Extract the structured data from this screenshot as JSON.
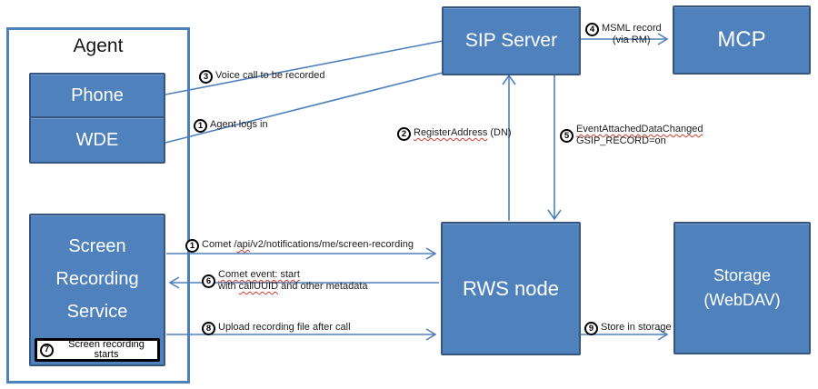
{
  "colors": {
    "box_fill": "#4f81bd",
    "box_border": "#35567e",
    "agent_border": "#4f81bd",
    "line": "#4f81bd",
    "squiggle": "#d23a2e"
  },
  "nodes": {
    "agent": {
      "label": "Agent"
    },
    "phone": {
      "label": "Phone"
    },
    "wde": {
      "label": "WDE"
    },
    "screen_recording_service": {
      "lines": [
        "Screen",
        "Recording",
        "Service"
      ]
    },
    "sip_server": {
      "label": "SIP Server"
    },
    "mcp": {
      "label": "MCP"
    },
    "rws_node": {
      "label": "RWS node"
    },
    "storage": {
      "lines": [
        "Storage",
        "(WebDAV)"
      ]
    }
  },
  "steps": {
    "agent_logs_in": {
      "number": "1",
      "text": "Agent logs in"
    },
    "register_address": {
      "number": "2",
      "flag": "RegisterAddress",
      "post": " (DN)"
    },
    "voice_call": {
      "number": "3",
      "text": "Voice call to be recorded"
    },
    "msml_record": {
      "number": "4",
      "line1": "MSML record",
      "line2": "(via RM)"
    },
    "event_attached": {
      "number": "5",
      "line1": "EventAttachedDataChanged",
      "line2": "GSIP_RECORD=on"
    },
    "comet_subscribe": {
      "number": "1",
      "pre": "Comet /",
      "flag": "api",
      "post": "/v2/notifications/me/screen-recording"
    },
    "comet_event": {
      "number": "6",
      "line1": "Comet event: start",
      "line2_pre": "with ",
      "line2_flag": "callUUID",
      "line2_post": " and other metadata"
    },
    "screen_recording_starts": {
      "number": "7",
      "text": "Screen recording starts"
    },
    "upload_recording": {
      "number": "8",
      "text": "Upload recording file after call"
    },
    "store_in_storage": {
      "number": "9",
      "text": "Store in storage"
    }
  }
}
